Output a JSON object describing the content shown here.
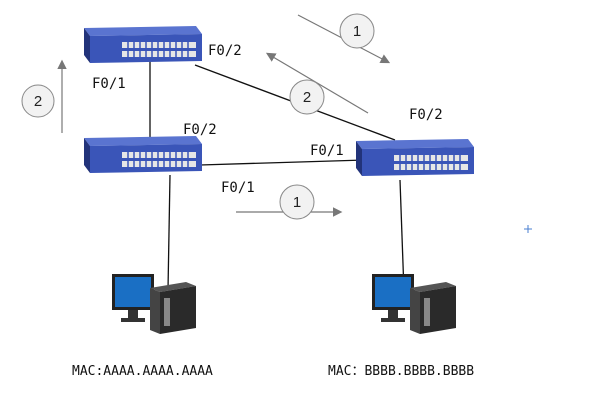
{
  "ports": {
    "top_switch_f02": "F0/2",
    "top_switch_f01": "F0/1",
    "left_switch_f02": "F0/2",
    "left_switch_f01": "F0/1",
    "right_switch_f02": "F0/2",
    "right_switch_f01": "F0/1"
  },
  "steps": {
    "top_right": "1",
    "left": "2",
    "middle": "2",
    "bottom_middle": "1"
  },
  "hosts": {
    "left_mac": "MAC:AAAA.AAAA.AAAA",
    "right_mac": "MAC：BBBB.BBBB.BBBB"
  },
  "colors": {
    "switch_body": "#3a55b8",
    "switch_dark": "#22337a",
    "monitor_screen": "#1a6fc4",
    "tower": "#2a2a2a",
    "link": "#111111",
    "arrow": "#777777"
  }
}
